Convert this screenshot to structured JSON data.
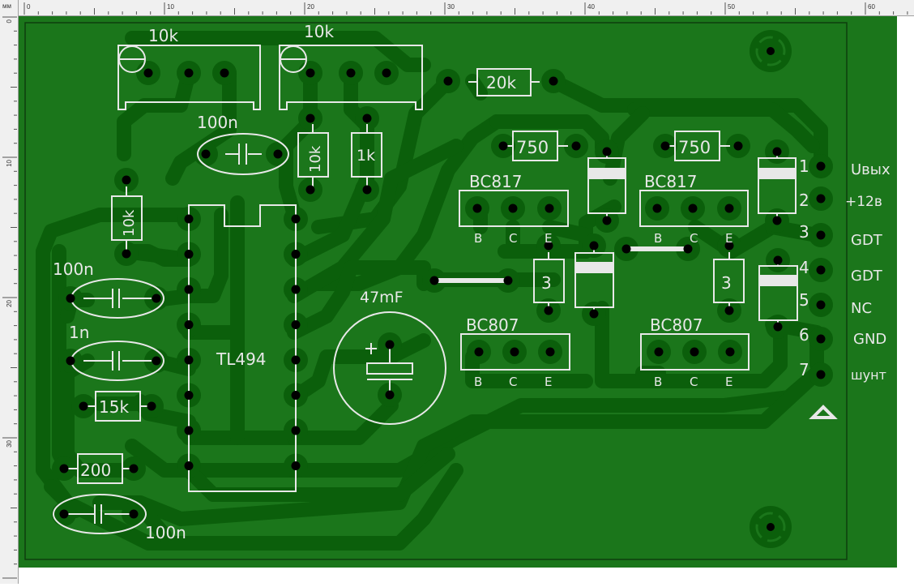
{
  "ruler": {
    "unit": "мм",
    "top_ticks": [
      "0",
      "10",
      "20",
      "30",
      "40",
      "50",
      "60"
    ],
    "left_ticks": [
      "0",
      "10",
      "20",
      "30"
    ]
  },
  "colors": {
    "board": "#1b761b",
    "trace": "#0b5f0b",
    "silkscreen": "#e8e8e8",
    "hole": "#000000",
    "outline": "#0e3e0e"
  },
  "components": {
    "trimmer1": "10k",
    "trimmer2": "10k",
    "r_20k": "20k",
    "c_top": "100n",
    "r_10k_vertical": "10k",
    "r_1k_vertical": "1k",
    "r_10k_left": "10k",
    "c_100n_left": "100n",
    "c_1n": "1n",
    "r_15k": "15k",
    "r_200": "200",
    "c_100n_bottom": "100n",
    "ic": "TL494",
    "cap_electrolytic": "47mF",
    "cap_plus": "+",
    "r_750_left": "750",
    "r_750_right": "750",
    "q_bc817_left": "BC817",
    "q_bc817_right": "BC817",
    "q_bc807_left": "BC807",
    "q_bc807_right": "BC807",
    "r_3_left": "3",
    "r_3_right": "3",
    "pin_labels_bce": [
      "B",
      "C",
      "E"
    ]
  },
  "connector": {
    "pins": [
      {
        "num": "1",
        "label": "Uвых"
      },
      {
        "num": "2",
        "label": "+12в"
      },
      {
        "num": "3",
        "label": "GDT"
      },
      {
        "num": "4",
        "label": "GDT"
      },
      {
        "num": "5",
        "label": "NC"
      },
      {
        "num": "6",
        "label": "GND"
      },
      {
        "num": "7",
        "label": "шунт"
      }
    ]
  }
}
